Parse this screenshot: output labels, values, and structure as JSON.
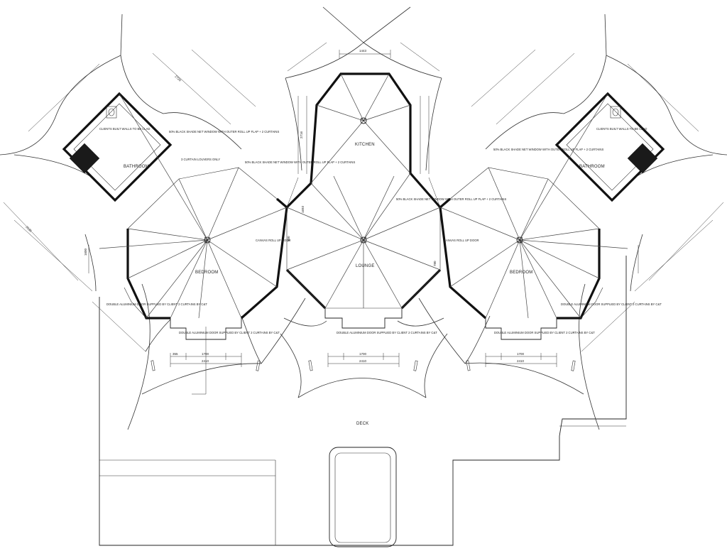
{
  "rooms": {
    "bathroom_left": "BATHROOM",
    "bathroom_right": "BATHROOM",
    "kitchen": "KITCHEN",
    "lounge": "LOUNGE",
    "bedroom_left": "BEDROOM",
    "bedroom_right": "BEDROOM",
    "deck": "DECK"
  },
  "notes": {
    "clients_walls_left": "CLIENTS BUILT WALLS TO BE CLAD",
    "clients_walls_right": "CLIENTS BUILT WALLS TO BE CLAD",
    "shade_net_1": "50% BLACK SHADE NET WINDOW WITH OUTER ROLL UP FLAP + 2 CURTAINS",
    "shade_net_2": "50% BLACK SHADE NET WINDOW WITH OUTER ROLL UP FLAP + 2 CURTAINS",
    "shade_net_3": "50% BLACK SHADE NET WINDOW WITH OUTER ROLL UP FLAP + 2 CURTAINS",
    "shade_net_4": "50% BLACK SHADE NET WINDOW WITH OUTER ROLL UP FLAP + 2 CURTAINS",
    "canvas_left": "CANVAS ROLL UP DOOR",
    "canvas_right": "CANVAS ROLL UP DOOR",
    "door_left": "DOUBLE ALUMINIUM DOOR SUPPLIED BY CLIENT 2 CURTAINS BY C&T",
    "door_mid": "DOUBLE ALUMINIUM DOOR SUPPLIED BY CLIENT 2 CURTAINS BY C&T",
    "door_right": "DOUBLE ALUMINIUM DOOR SUPPLIED BY CLIENT 2 CURTAINS BY C&T",
    "door_side_left": "DOUBLE ALUMINIUM DOOR SUPPLIED BY CLIENT 2 CURTAINS BY C&T",
    "door_side_right": "DOUBLE ALUMINIUM DOOR SUPPLIED BY CLIENT 2 CURTAINS BY C&T",
    "curtain_louvers": "3 CURTAIN LOUVERS ONLY"
  },
  "dimensions": {
    "d1443": "1443",
    "d2410_left": "2410",
    "d2410_mid": "2410",
    "d2410_right": "2410",
    "d1700_left": "1700",
    "d1700_mid": "1700",
    "d1700_right": "1700",
    "d355": "355",
    "d2716": "2716",
    "d1600": "1600",
    "d900": "900",
    "d780": "780",
    "d3135": "3135",
    "d2720": "2720",
    "d1693": "1693"
  }
}
